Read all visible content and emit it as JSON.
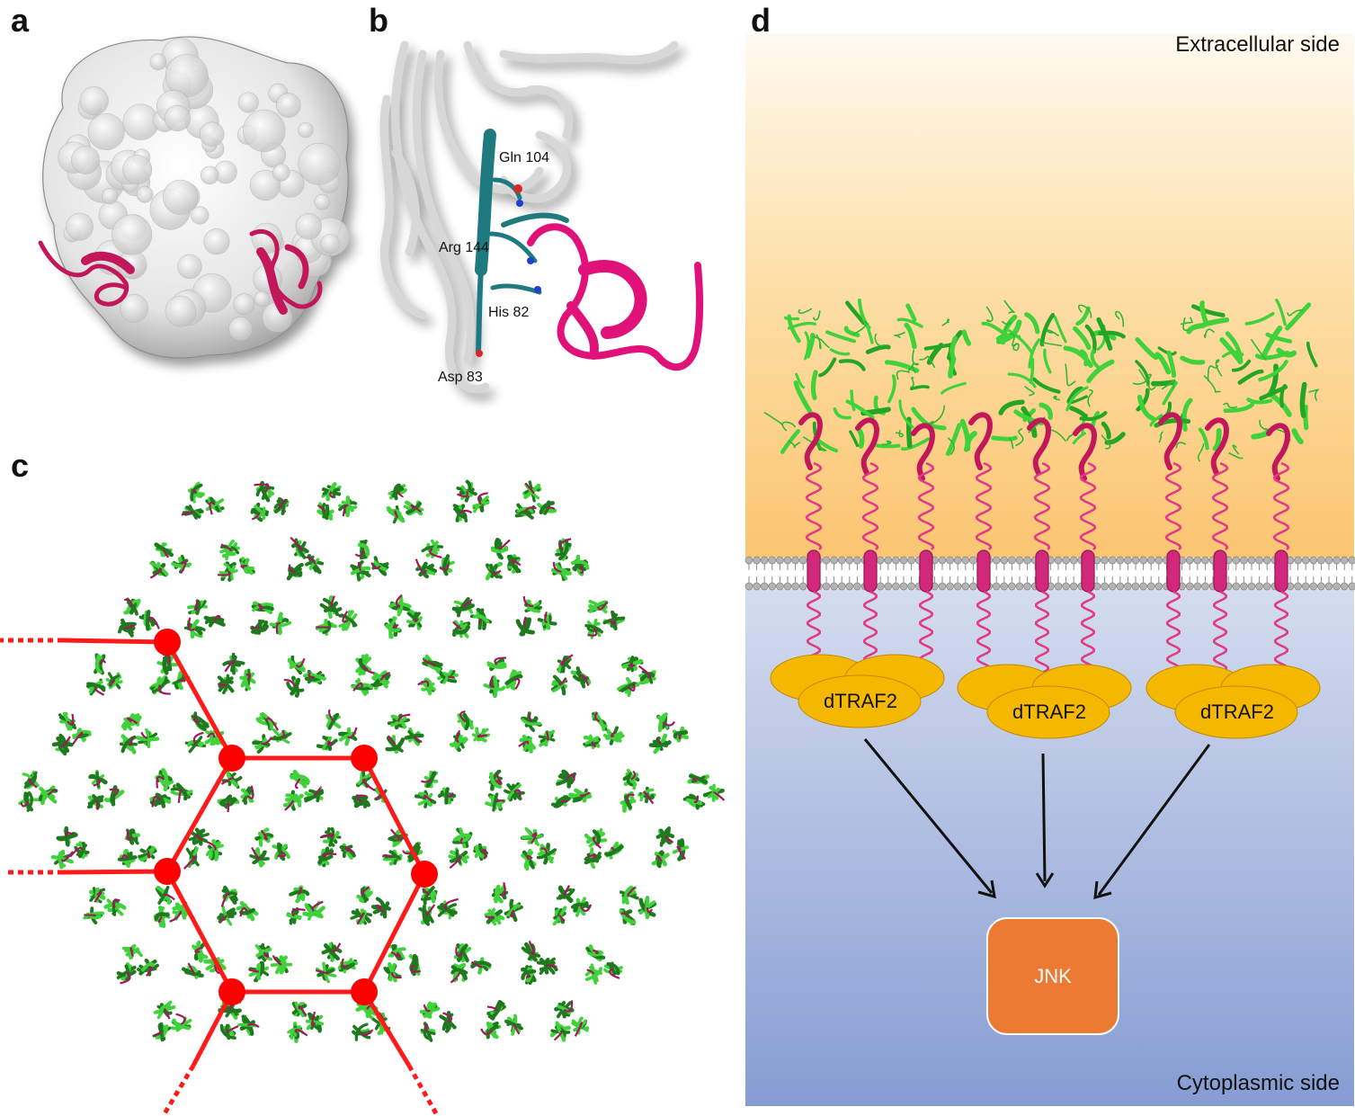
{
  "panels": {
    "a": {
      "letter": "a"
    },
    "b": {
      "letter": "b",
      "residues": [
        "Gln 104",
        "Arg 144",
        "His 82",
        "Asp 83"
      ]
    },
    "c": {
      "letter": "c"
    },
    "d": {
      "letter": "d",
      "extracellular_label": "Extracellular side",
      "cytoplasmic_label": "Cytoplasmic side",
      "traf_labels": [
        "dTRAF2",
        "dTRAF2",
        "dTRAF2"
      ],
      "kinase_label": "JNK"
    }
  },
  "colors": {
    "protein_green": "#3fd23a",
    "dark_green": "#1f7a1f",
    "magenta": "#d9197a",
    "teal": "#1f7a80",
    "traf_yellow": "#f5b800",
    "jnk_orange": "#ec7a33",
    "lattice_red": "#ff0000",
    "extracellular_top": "#fffaf0",
    "extracellular_bottom": "#fbc571",
    "cytoplasm_top": "#d4dcee",
    "cytoplasm_bottom": "#869cd3"
  }
}
